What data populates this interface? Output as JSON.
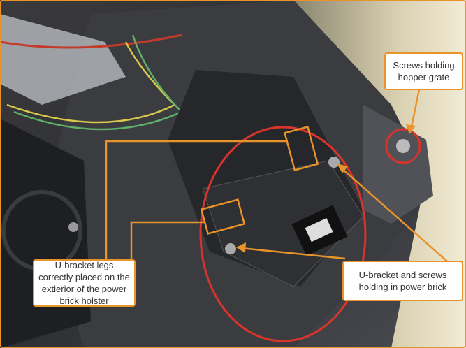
{
  "annotations": {
    "hopper_screws": "Screws holding hopper grate",
    "u_bracket_legs": "U-bracket legs correctly placed on the extierior of the power brick holster",
    "u_bracket_screws": "U-bracket and screws holding in power brick"
  },
  "colors": {
    "callout_border": "#e8942a",
    "highlight_circle": "#d9342b"
  }
}
